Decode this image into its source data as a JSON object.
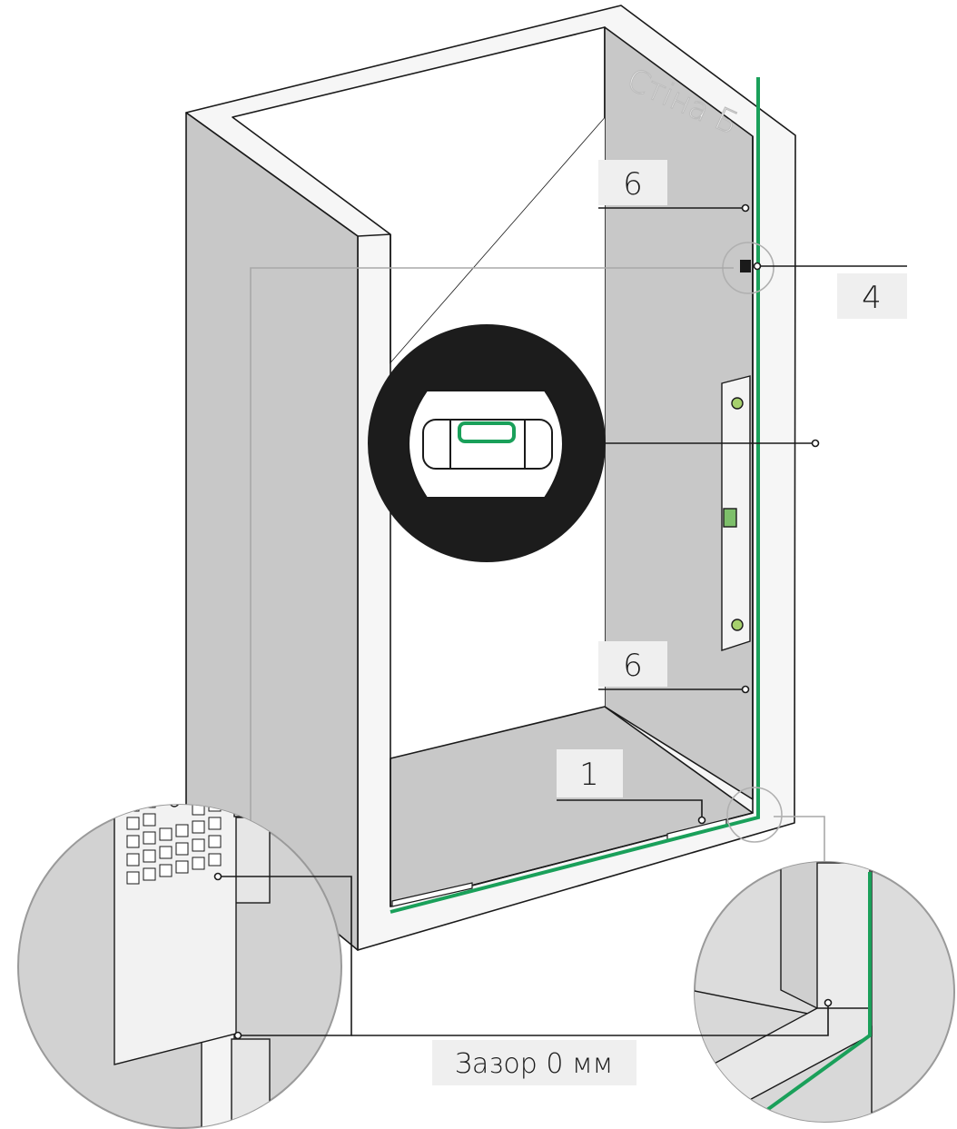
{
  "wall_label": "Стіна Б",
  "callouts": {
    "top_six": "6",
    "four": "4",
    "bottom_six": "6",
    "one": "1",
    "gap": "Зазор 0 мм"
  },
  "colors": {
    "green_line": "#1aa05a",
    "panel_grey": "#c8c8c8",
    "frame_white": "#f6f6f6",
    "label_bg": "#efefef",
    "bubble_dark": "#1c1c1c"
  },
  "icons": [
    "level-bubble-icon",
    "screw-icon",
    "mounting-clip-icon"
  ]
}
